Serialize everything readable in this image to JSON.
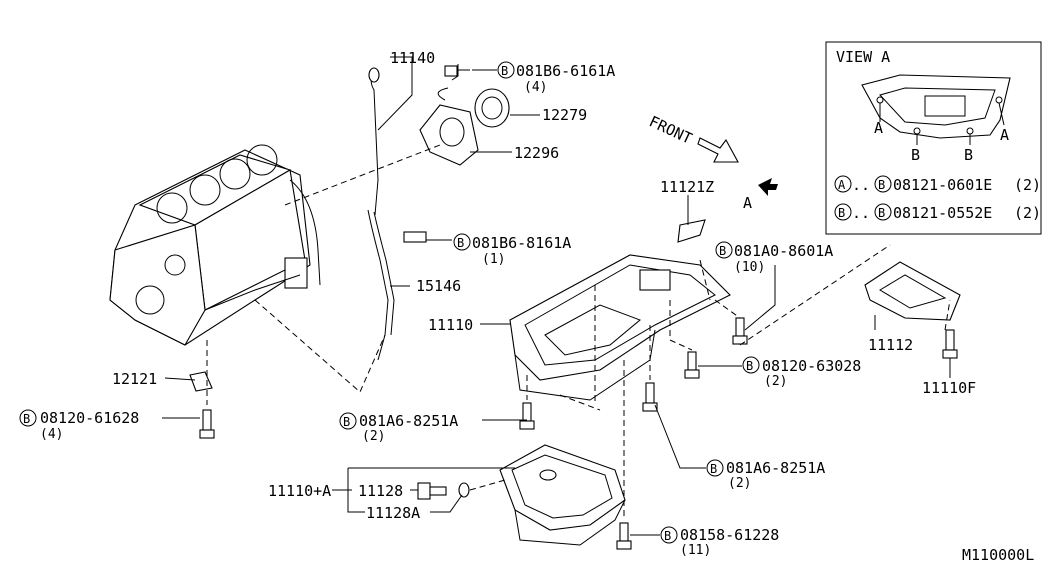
{
  "view_a": {
    "title": "VIEW A",
    "marker_a": "A",
    "marker_b": "B",
    "legend": [
      {
        "marker": "A",
        "dots": "..",
        "bolt": "B",
        "part": "08121-0601E",
        "qty": "(2)"
      },
      {
        "marker": "B",
        "dots": "..",
        "bolt": "B",
        "part": "08121-0552E",
        "qty": "(2)"
      }
    ]
  },
  "front_label": "FRONT",
  "arrow_label": "A",
  "bolt_marker": "B",
  "parts": {
    "p11140": "11140",
    "p081B6_6161A": "081B6-6161A",
    "q081B6_6161A": "(4)",
    "p12279": "12279",
    "p12296": "12296",
    "p11121Z": "11121Z",
    "p081B6_8161A": "081B6-8161A",
    "q081B6_8161A": "(1)",
    "p081A0_8601A": "081A0-8601A",
    "q081A0_8601A": "(10)",
    "p15146": "15146",
    "p11110": "11110",
    "p11112": "11112",
    "p08120_63028": "08120-63028",
    "q08120_63028": "(2)",
    "p11110F": "11110F",
    "p12121": "12121",
    "p08120_61628": "08120-61628",
    "q08120_61628": "(4)",
    "p081A6_8251A_left": "081A6-8251A",
    "q081A6_8251A_left": "(2)",
    "p081A6_8251A_right": "081A6-8251A",
    "q081A6_8251A_right": "(2)",
    "p11110A": "11110+A",
    "p11128": "11128",
    "p11128A": "11128A",
    "p08158_61228": "08158-61228",
    "q08158_61228": "(11)"
  },
  "figure_code": "M110000L"
}
